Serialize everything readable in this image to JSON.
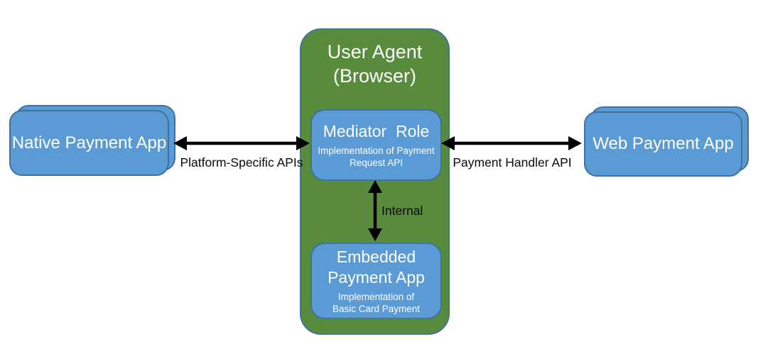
{
  "colors": {
    "box_fill": "#5b9bd5",
    "box_border": "#41719c",
    "container_fill": "#598b3d",
    "container_border": "#44719e",
    "arrow": "#000000",
    "box_text": "#ffffff",
    "label_text": "#0a0a0a"
  },
  "nodes": {
    "native_app": {
      "label": "Native Payment App",
      "stacked": true
    },
    "user_agent": {
      "title": "User Agent\n(Browser)"
    },
    "mediator": {
      "title": "Mediator  Role",
      "subtitle": "Implementation of Payment\nRequest API"
    },
    "embedded": {
      "title": "Embedded\nPayment App",
      "subtitle": "Implementation of\nBasic Card Payment"
    },
    "web_app": {
      "label": "Web Payment App",
      "stacked": true
    }
  },
  "arrows": {
    "platform": {
      "label": "Platform-Specific APIs",
      "type": "double-headed",
      "from": "Native Payment App",
      "to": "Mediator Role"
    },
    "handler": {
      "label": "Payment Handler API",
      "type": "double-headed",
      "from": "Mediator Role",
      "to": "Web Payment App"
    },
    "internal": {
      "label": "Internal",
      "type": "double-headed",
      "from": "Mediator Role",
      "to": "Embedded Payment App"
    }
  }
}
